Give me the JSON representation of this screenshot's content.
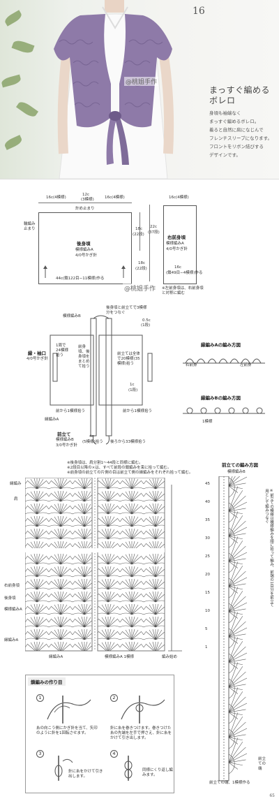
{
  "photo": {
    "page_number": "16",
    "watermark": "@桃姐手作",
    "title_lines": [
      "まっすぐ編める",
      "ボレロ"
    ],
    "description_lines": [
      "身頃も袖端なく",
      "まっすぐ編めるボレロ。",
      "着ると自然に肩になじんで",
      "フレンチスリーブになります。",
      "フロントをリボン結びする",
      "デザインです。"
    ]
  },
  "schematic": {
    "top_dims": {
      "left": "16c(4模様)",
      "center": "12c",
      "center_sub": "(3模様)",
      "right": "16c(4模様)",
      "right_panel": "16c(4模様)"
    },
    "center_note": "計め止まり",
    "left_side_note": "輪編み止まり",
    "back_title": "後身頃",
    "back_pattern": "模様編みA",
    "back_hook": "4/0号かぎ針",
    "bottom_note": "44c(鎖122目−11模様)作る",
    "right_dims": {
      "outer": "22c",
      "outer_sub": "(37段)",
      "inner": "18c",
      "inner_sub": "(22段)",
      "lower": "18c",
      "lower_sub": "(22段)"
    },
    "front_title": "右前身頃",
    "front_pattern": "模様編みA",
    "front_hook": "4/0号かぎ針",
    "front_bottom": "16c",
    "front_bottom_sub": "(鎖49目−4模様)作る",
    "front_note": "※左前身頃は、右前身頃と対称に編む",
    "watermark": "@桃姐手作"
  },
  "assembly": {
    "band_label": "模様編みB",
    "sleeve_title": "縁・袖口",
    "sleeve_hook": "4/0号かぎ針",
    "top_note": "後身頃と前立てで3模様分をつなぐ",
    "top_right": "0.5c",
    "top_right_sub": "(1段)",
    "left_inner": "1周で24模様拾う",
    "center_left": "前身頃、後身頃をまとめて拾う",
    "center_right": "前立ては全体で20模様(35模様)拾う",
    "right_inner_1": "1c",
    "right_inner_2": "(1段)",
    "left_bottom": "前から1模様拾う",
    "right_bottom": "前から1模様拾う",
    "border_label": "縁編みA",
    "front_band_title": "前立て",
    "front_band_pattern": "模様編みB",
    "front_band_hook": "3/0号かぎ針",
    "bottom_dim": "4c",
    "bottom_dim_sub": "(5模様)拾う",
    "bottom_right": "後ろから33模様拾う",
    "legend_a_title": "縁編みAの編み方図",
    "legend_a_left": "右前身",
    "legend_a_right": "左前身",
    "legend_b_title": "縁編みBの編み方図",
    "legend_b_repeat": "1模様"
  },
  "chart": {
    "notes": [
      "※後身頃は、肩分割1〜44段と同様に編む。",
      "※2段目以降の×は、すべて前段の鎖編みを束に拾って編む。",
      "※前身頃の前立ての片側の目は前立て側の縁編みをそれぞれ拾って編む。"
    ],
    "left_labels": [
      "縁編み",
      "肩",
      "右前身頃",
      "後身頃",
      "模様編みA",
      "縁編みA"
    ],
    "bottom_labels": [
      "縁編みA",
      "模様編みA 1模様",
      "編み始め"
    ],
    "row_numbers": [
      "45",
      "40",
      "35",
      "30",
      "25",
      "20",
      "15",
      "10",
      "5",
      "1"
    ],
    "right_title": "前立ての編み方図",
    "right_sub": "模様編みB",
    "right_side_note": "※前立ての模様は模様編みを順に拾って編み、前端の1目分を前立て用として編みつなぐ",
    "bottom_right_note": "前立ての端、1模様作る",
    "bottom_right_label": "前立ての端",
    "page_number": "65"
  },
  "instructions": {
    "title": "鎖編みの作り目",
    "steps": [
      {
        "num": "1",
        "text": "糸の向こう側にかぎ針を当て、矢印のように針を1回転させます。"
      },
      {
        "num": "2",
        "text": "針に糸を巻きつけます。巻きつけた糸の先端を左手で押さえ、針に糸をかけて引き出します。"
      },
      {
        "num": "3",
        "text": "針に糸をかけて引き出します。"
      },
      {
        "num": "4",
        "text": "同様にくり返し編みます。"
      }
    ]
  },
  "colors": {
    "lavender": "#8e7aa8",
    "lavender_dark": "#6e5b8a",
    "line": "#555555"
  }
}
